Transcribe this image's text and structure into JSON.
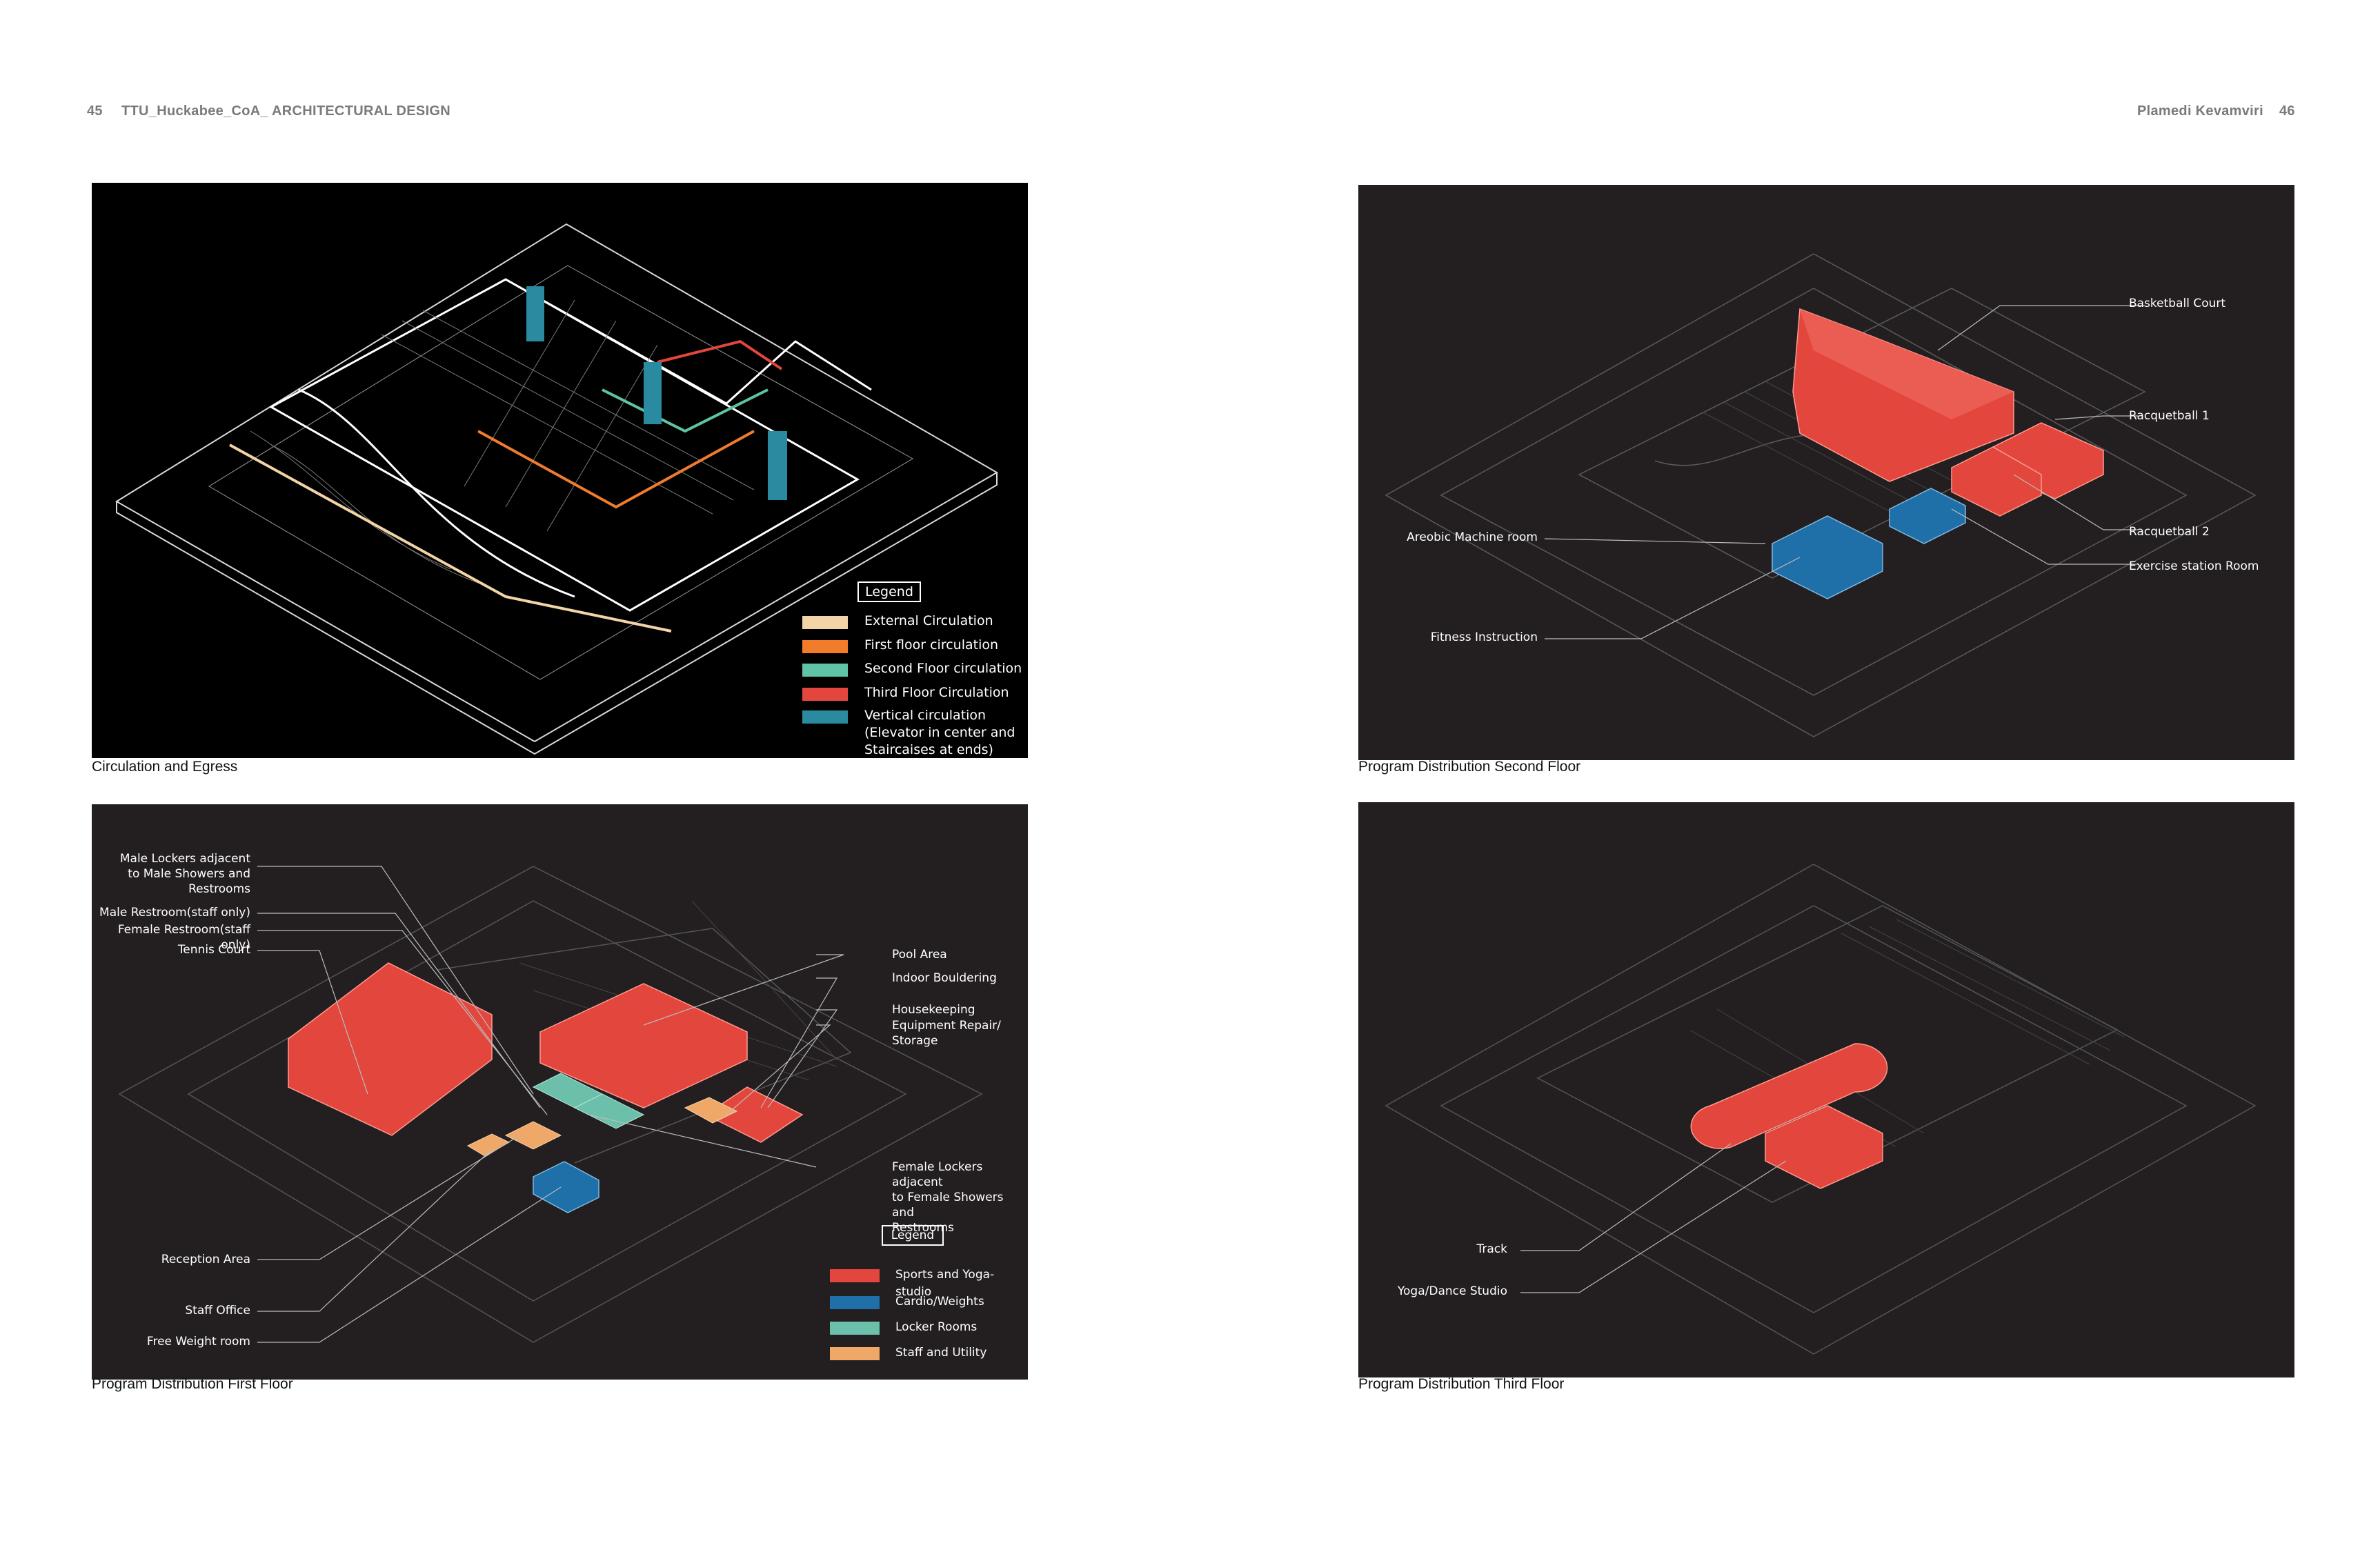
{
  "header": {
    "left_page_number": "45",
    "left_title": "TTU_Huckabee_CoA_ ARCHITECTURAL DESIGN",
    "right_author": "Plamedi Kevamviri",
    "right_page_number": "46"
  },
  "panels": {
    "circulation": {
      "caption": "Circulation and Egress",
      "legend_title": "Legend",
      "legend": [
        {
          "label": "External Circulation",
          "color": "#f3d4a6"
        },
        {
          "label": "First floor circulation",
          "color": "#f07c2c"
        },
        {
          "label": "Second Floor circulation",
          "color": "#5ec4a5"
        },
        {
          "label": "Third Floor Circulation",
          "color": "#e2463c"
        },
        {
          "label_lines": [
            "Vertical circulation",
            "(Elevator in center and",
            "Staircaises at ends)"
          ],
          "color": "#2a8aa0"
        }
      ]
    },
    "second_floor": {
      "caption": "Program Distribution Second Floor",
      "labels": {
        "basketball": "Basketball Court",
        "racquetball1": "Racquetball 1",
        "racquetball2": "Racquetball 2",
        "exercise": "Exercise station Room",
        "aerobic": "Areobic Machine room",
        "fitness": "Fitness Instruction"
      }
    },
    "first_floor": {
      "caption": "Program Distribution First Floor",
      "labels": {
        "male_lockers": [
          "Male Lockers adjacent",
          "to Male Showers and",
          "Restrooms"
        ],
        "male_restroom": "Male Restroom(staff only)",
        "female_restroom": "Female Restroom(staff only)",
        "tennis": "Tennis Court",
        "pool": "Pool Area",
        "bouldering": "Indoor Bouldering",
        "housekeeping": "Housekeeping",
        "equipment": [
          "Equipment Repair/",
          "Storage"
        ],
        "female_lockers": [
          "Female Lockers adjacent",
          "to Female Showers and",
          "Restrooms"
        ],
        "reception": "Reception Area",
        "staff_office": "Staff Office",
        "free_weight": "Free Weight room"
      },
      "legend_title": "Legend",
      "legend": [
        {
          "label": "Sports and Yoga-studio",
          "color": "#e2463c"
        },
        {
          "label": "Cardio/Weights",
          "color": "#1f6fa8"
        },
        {
          "label": "Locker Rooms",
          "color": "#6cbfaa"
        },
        {
          "label": "Staff and Utility",
          "color": "#f0a868"
        }
      ]
    },
    "third_floor": {
      "caption": "Program Distribution Third Floor",
      "labels": {
        "track": "Track",
        "yoga": "Yoga/Dance Studio"
      }
    }
  }
}
